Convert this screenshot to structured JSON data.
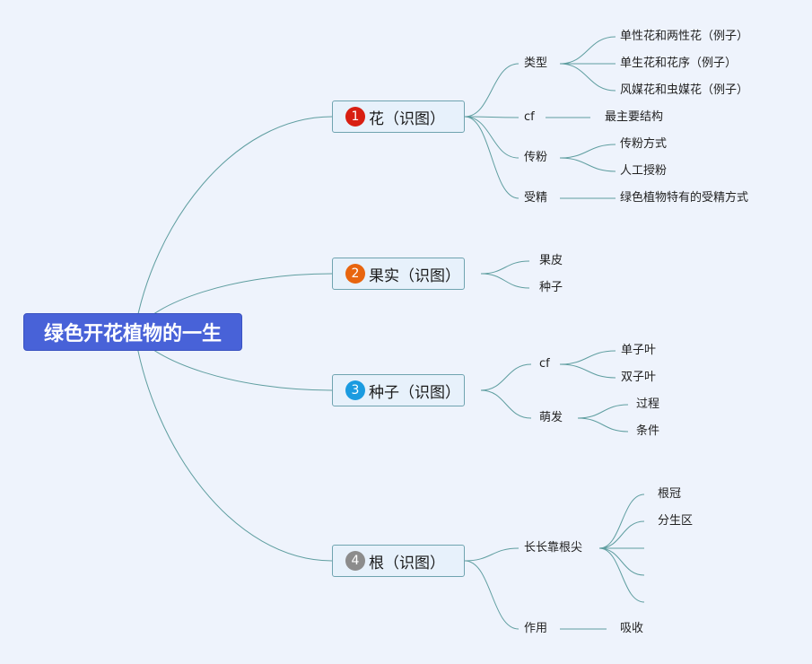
{
  "root": {
    "label": "绿色开花植物的一生",
    "color": "#4862d8"
  },
  "branches": [
    {
      "number": "1",
      "label": "花（识图）",
      "badge_color": "#d81f12",
      "children": [
        {
          "label": "类型",
          "children": [
            "单性花和两性花（例子）",
            "单生花和花序（例子）",
            "风媒花和虫媒花（例子）"
          ]
        },
        {
          "label": "cf",
          "children": [
            "最主要结构"
          ]
        },
        {
          "label": "传粉",
          "children": [
            "传粉方式",
            "人工授粉"
          ]
        },
        {
          "label": "受精",
          "children": [
            "绿色植物特有的受精方式"
          ]
        }
      ]
    },
    {
      "number": "2",
      "label": "果实（识图）",
      "badge_color": "#e8650f",
      "children": [
        {
          "label": "果皮",
          "children": []
        },
        {
          "label": "种子",
          "children": []
        }
      ]
    },
    {
      "number": "3",
      "label": "种子（识图）",
      "badge_color": "#1b9be0",
      "children": [
        {
          "label": "cf",
          "children": [
            "单子叶",
            "双子叶"
          ]
        },
        {
          "label": "萌发",
          "children": [
            "过程",
            "条件"
          ]
        }
      ]
    },
    {
      "number": "4",
      "label": "根（识图）",
      "badge_color": "#8c8c8c",
      "children": [
        {
          "label": "长长靠根尖",
          "children": [
            "根冠",
            "分生区",
            "",
            "",
            ""
          ]
        },
        {
          "label": "作用",
          "children": [
            "吸收"
          ]
        }
      ]
    }
  ],
  "line_color": "#5f9ea0"
}
